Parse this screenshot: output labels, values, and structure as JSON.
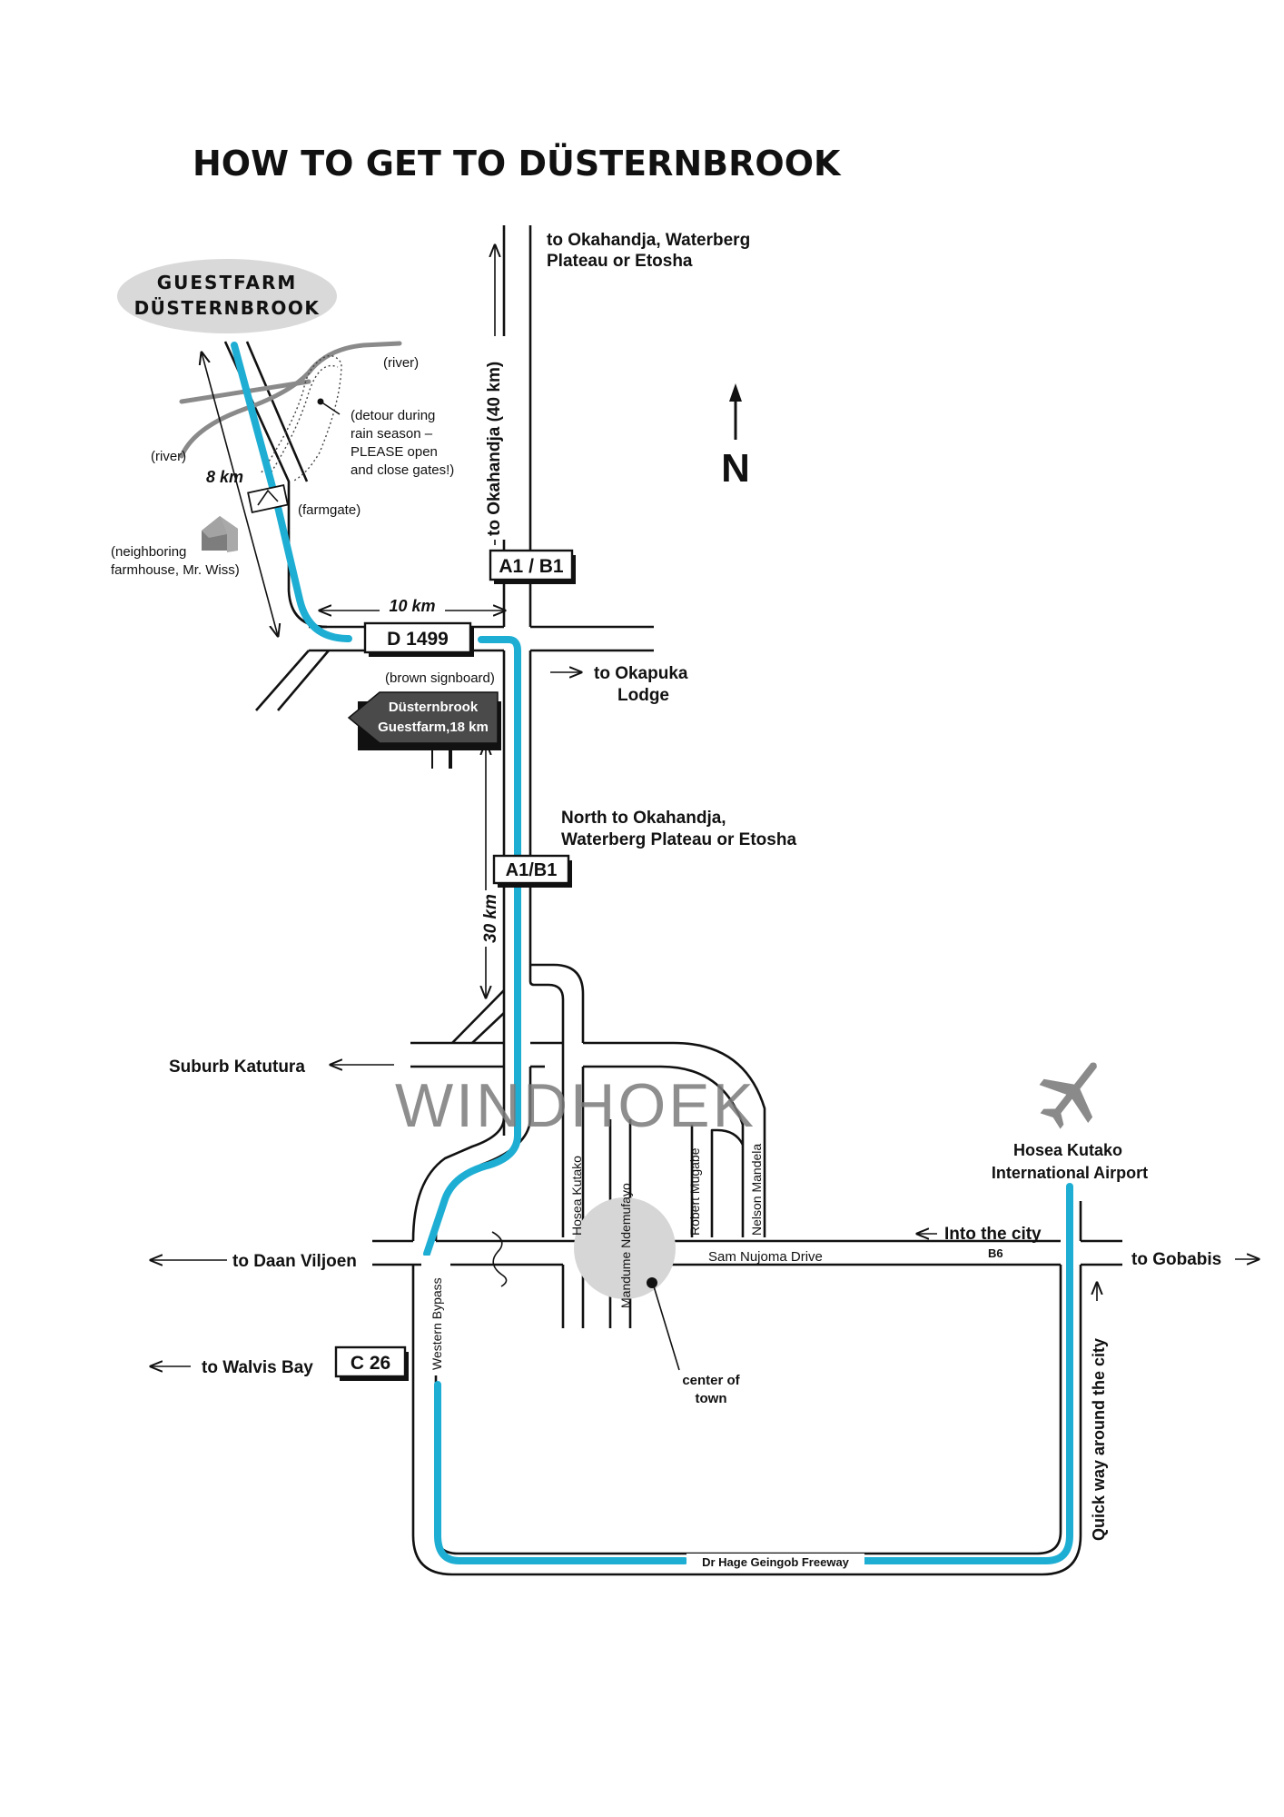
{
  "title": "HOW TO GET TO DÜSTERNBROOK",
  "colors": {
    "route": "#1eaed3",
    "road": "#111111",
    "river": "#8a8a8a",
    "sign": "#4a4a4a",
    "center": "#d6d6d6"
  },
  "icons": {
    "north": "north-arrow-icon",
    "airport": "airplane-icon",
    "house": "house-icon"
  },
  "north_label": "N",
  "guestfarm": {
    "line1": "GUESTFARM",
    "line2": "DÜSTERNBROOK"
  },
  "farm_area": {
    "river_1": "(river)",
    "river_2": "(river)",
    "detour": [
      "(detour during",
      "rain season –",
      "PLEASE open",
      "and close gates!)"
    ],
    "farmgate": "(farmgate)",
    "neighbor": [
      "(neighboring",
      "farmhouse, Mr. Wiss)"
    ],
    "dist_8km": "8 km",
    "dist_10km": "10 km"
  },
  "roads": {
    "d1499": "D 1499",
    "a1b1_top": "A1 / B1",
    "a1b1_mid": "A1/B1",
    "c26": "C 26",
    "b6": "B6",
    "dist_40km": "to Okahandja (40 km)",
    "dist_30km": "30 km"
  },
  "sign": {
    "caption": "(brown signboard)",
    "line1": "Düsternbrook",
    "line2": "Guestfarm,18 km"
  },
  "destinations": {
    "okahandja_top": [
      "to Okahandja, Waterberg",
      "Plateau or Etosha"
    ],
    "okapuka": [
      "to Okapuka",
      "Lodge"
    ],
    "north": [
      "North to Okahandja,",
      "Waterberg Plateau or Etosha"
    ],
    "katutura": "Suburb Katutura",
    "daan_viljoen": "to Daan Viljoen",
    "walvis_bay": "to Walvis Bay",
    "gobabis": "to Gobabis",
    "into_city": "Into the city",
    "quick_way": "Quick way around the city"
  },
  "city": {
    "name": "WINDHOEK",
    "streets": {
      "hosea_kutako": "Hosea Kutako",
      "mandume": "Mandume Ndemufayo",
      "robert_mugabe": "Robert Mugabe",
      "nelson_mandela": "Nelson Mandela",
      "sam_nujoma": "Sam Nujoma Drive",
      "western_bypass": "Western Bypass",
      "freeway": "Dr Hage Geingob Freeway"
    },
    "center": [
      "center of",
      "town"
    ]
  },
  "airport": [
    "Hosea Kutako",
    "International Airport"
  ]
}
